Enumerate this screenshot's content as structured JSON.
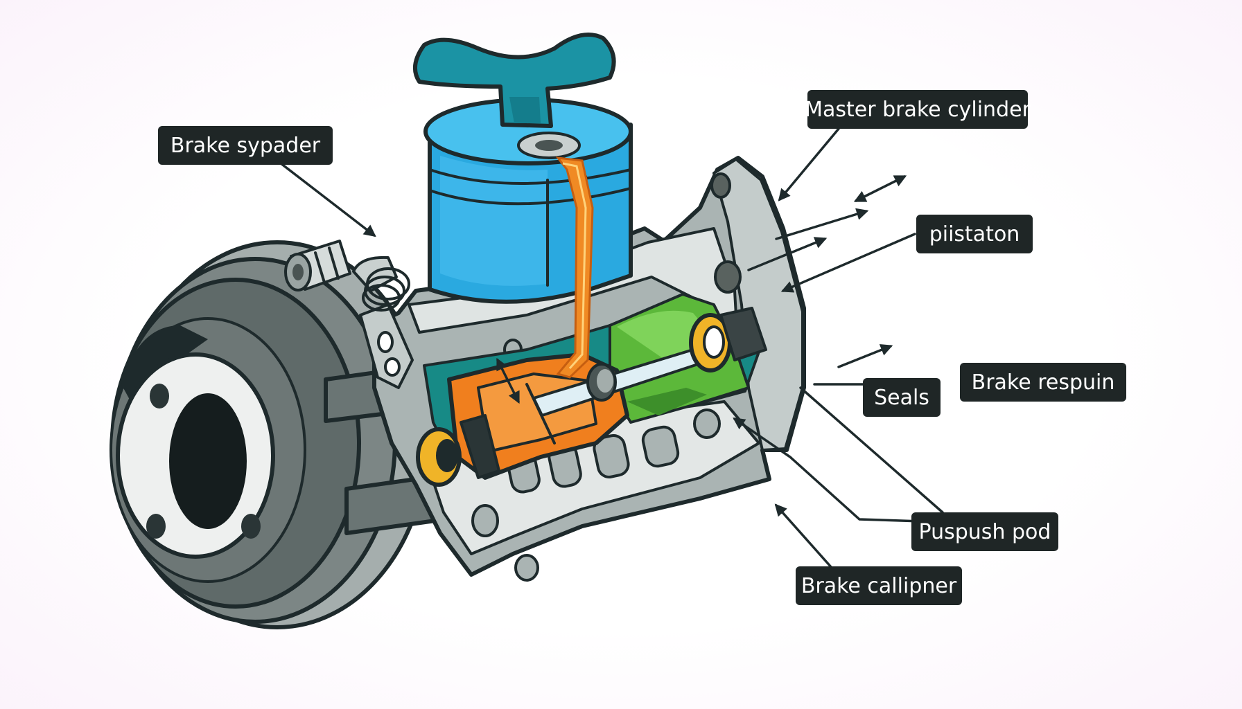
{
  "diagram": {
    "labels": {
      "brake_spreader": "Brake sypader",
      "master_cylinder": "Master brake cylinder",
      "piston": "piistaton",
      "seals": "Seals",
      "brake_response": "Brake respuin",
      "push_rod": "Puspush pod",
      "brake_caliper": "Brake callipner"
    },
    "colors": {
      "reservoir": "#2aa9e0",
      "handle": "#1b93a4",
      "caliper_body": "#a9b3b2",
      "rotor": "#7a8483",
      "orange_pad": "#f07f1e",
      "green_chamber": "#5cb83a",
      "teal_chamber": "#198f8a",
      "gold_ring": "#f0b428",
      "label_bg": "#1f2626"
    }
  }
}
